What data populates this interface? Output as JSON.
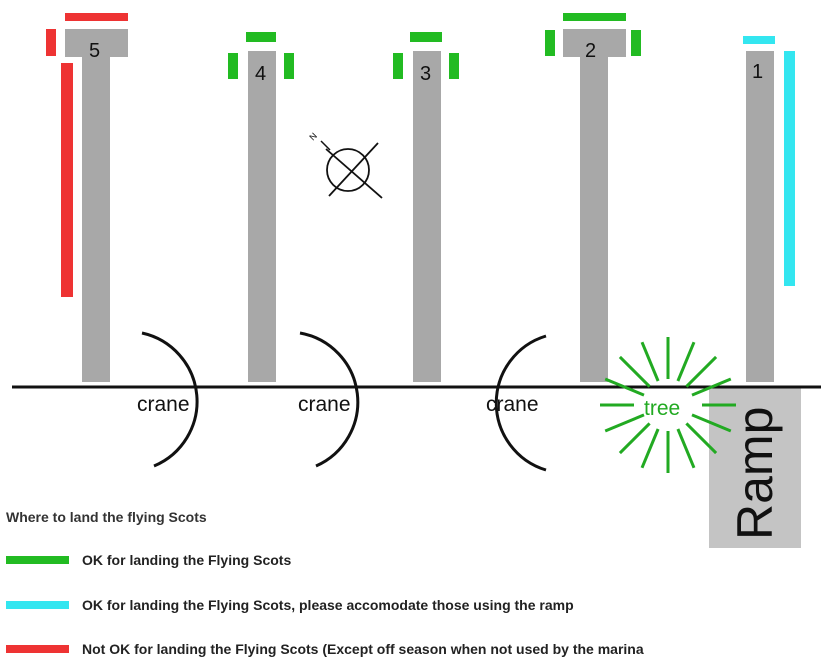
{
  "docks": [
    {
      "label": "5"
    },
    {
      "label": "4"
    },
    {
      "label": "3"
    },
    {
      "label": "2"
    },
    {
      "label": "1"
    }
  ],
  "cranes": [
    {
      "label": "crane"
    },
    {
      "label": "crane"
    },
    {
      "label": "crane"
    }
  ],
  "tree": {
    "label": "tree"
  },
  "ramp": {
    "label": "Ramp"
  },
  "compass": {
    "north_label": "N"
  },
  "legend": {
    "title": "Where to land the flying Scots",
    "items": [
      {
        "color": "#22bb22",
        "text": "OK for landing the Flying Scots"
      },
      {
        "color": "#33e6f0",
        "text": "OK for landing the Flying Scots, please accomodate those using the ramp"
      },
      {
        "color": "#ee3333",
        "text": "Not OK for landing the Flying Scots (Except off season when not used by the marina"
      }
    ]
  },
  "colors": {
    "ok": "#22bb22",
    "ok_ramp": "#33e6f0",
    "not_ok": "#ee3333",
    "dock": "#a8a8a8",
    "tree": "#22aa22"
  }
}
